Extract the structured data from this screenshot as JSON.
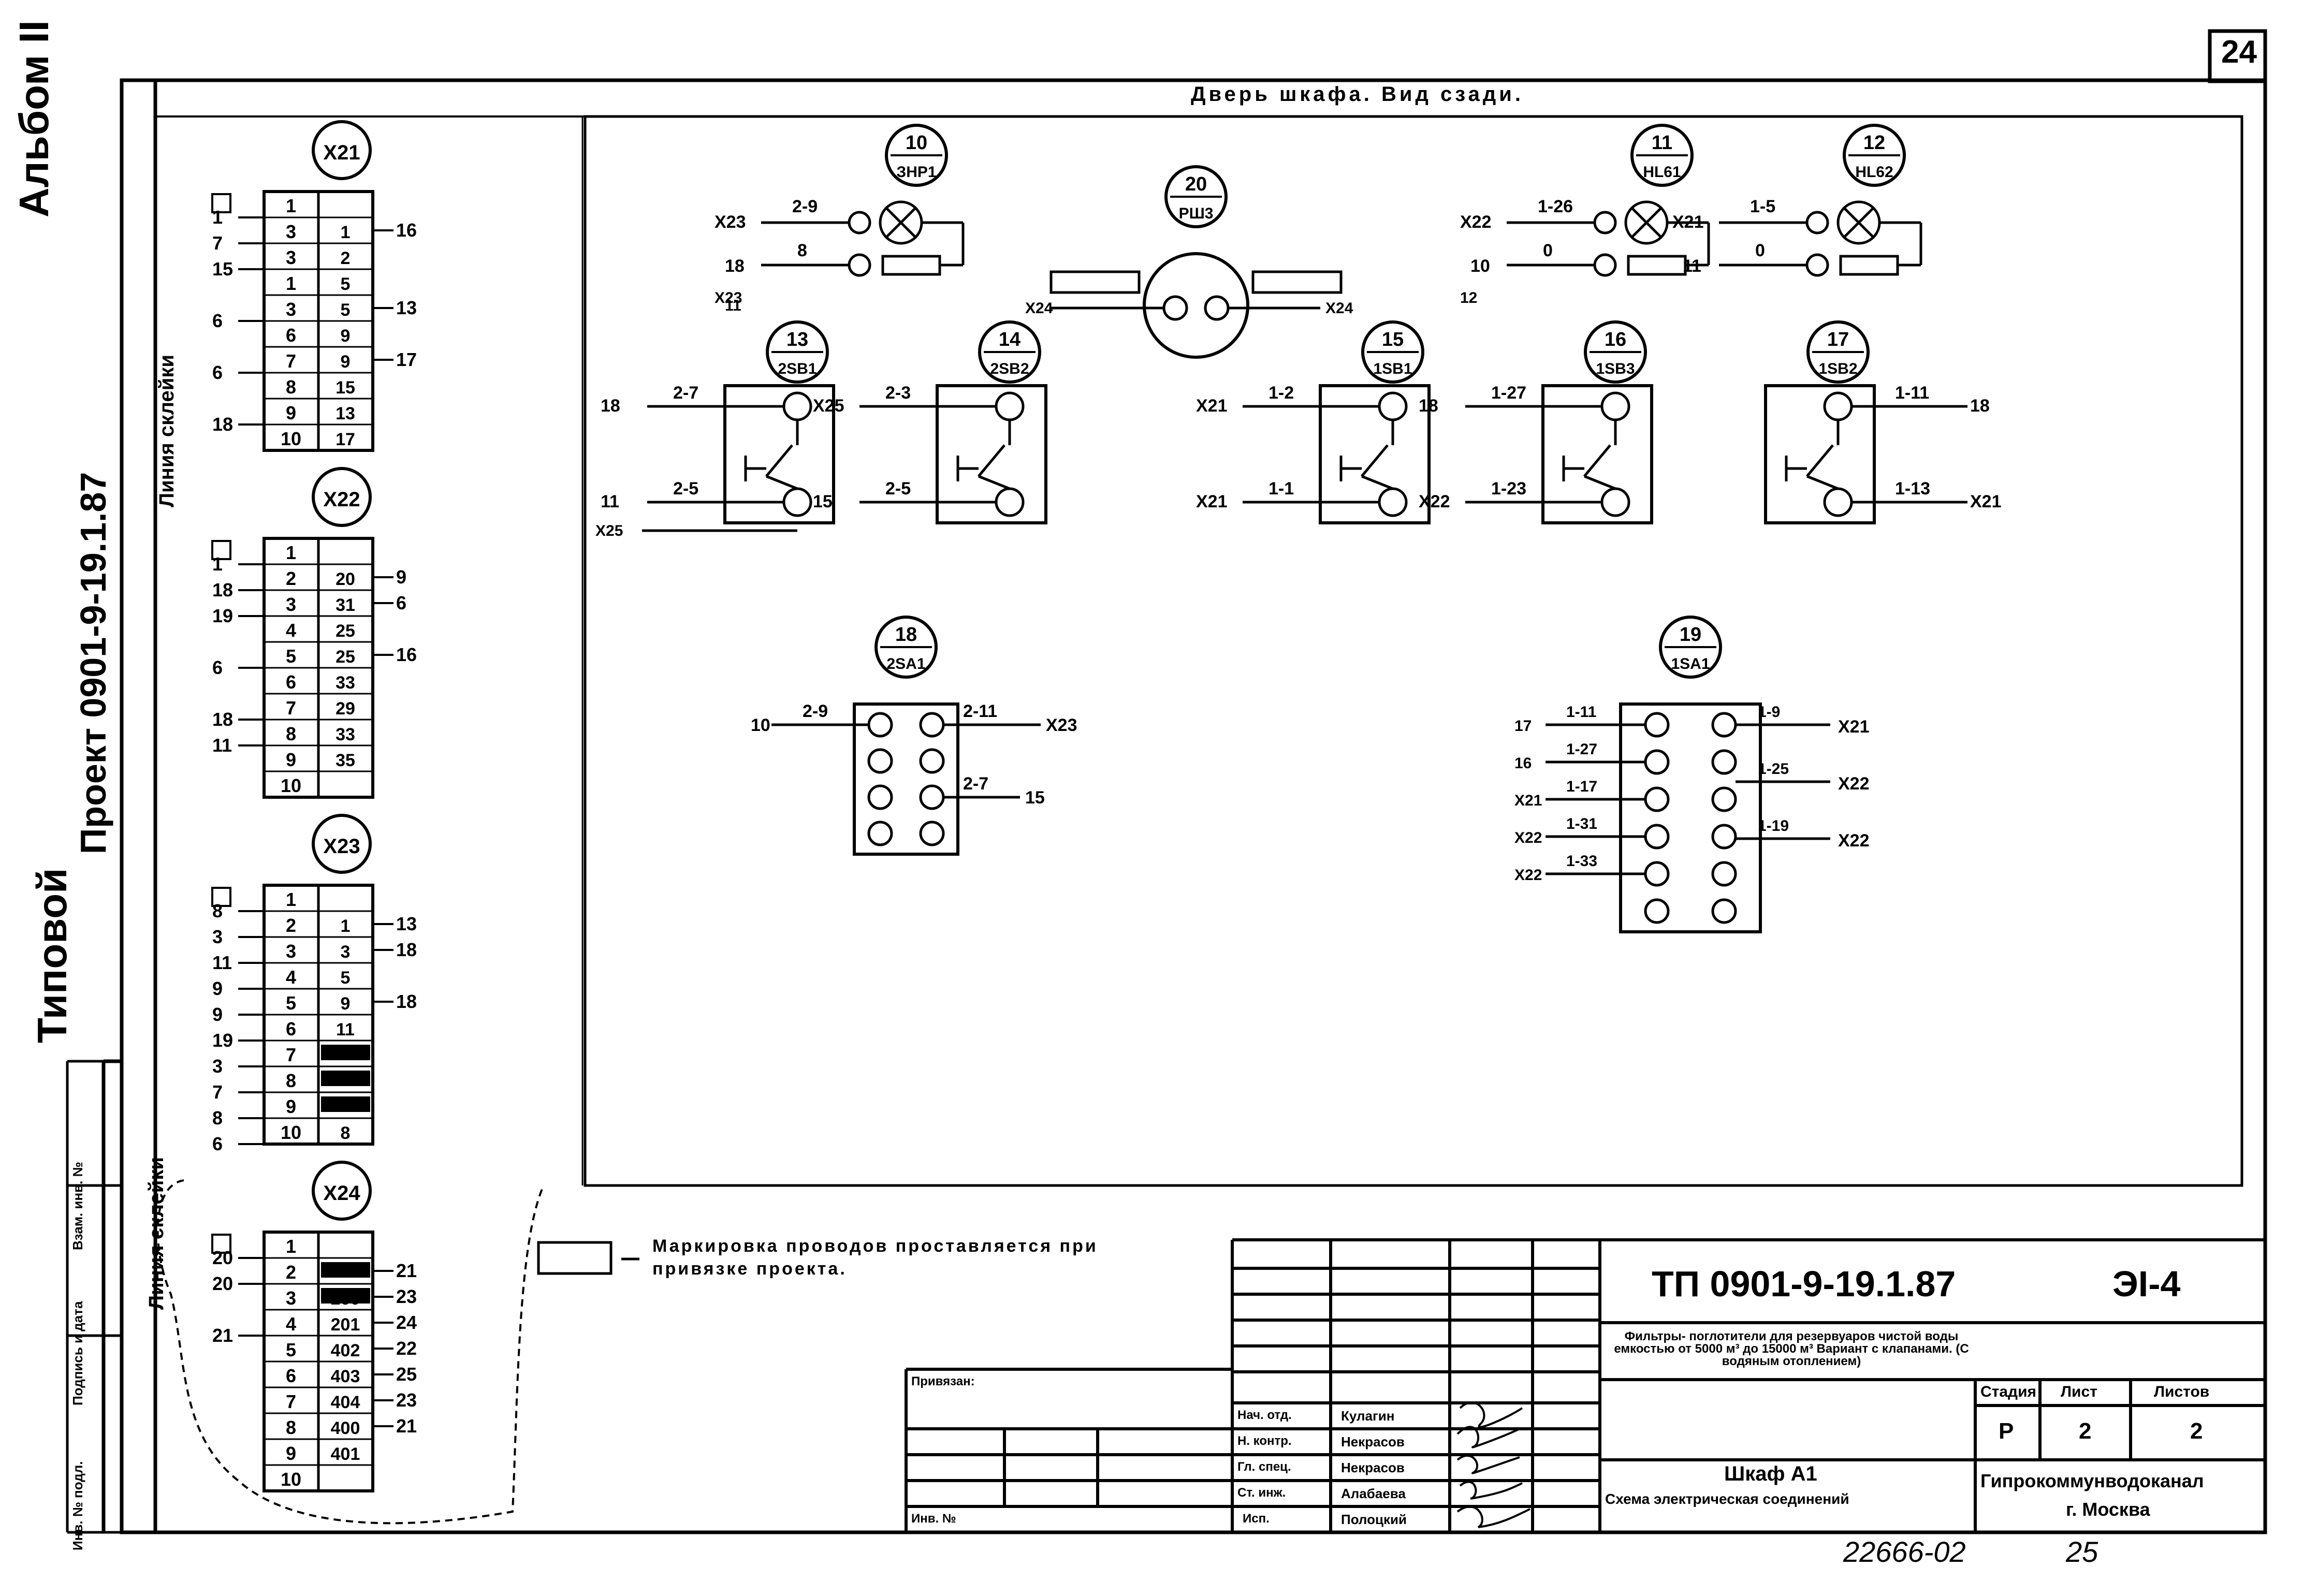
{
  "sheet_number": "24",
  "album": "Альбом II",
  "project": "Проект 0901-9-19.1.87",
  "typical": "Типовой",
  "line_vertical_1": "Линия склейки",
  "line_vertical_2": "Линия склейки",
  "header": "Дверь шкафа. Вид сзади.",
  "stamp_side": [
    "Инв. № подл.",
    "Подпись и дата",
    "Взам. инв. №"
  ],
  "terminal_blocks": [
    {
      "name": "X21",
      "left": [
        "1",
        "7",
        "15",
        "",
        "6",
        "",
        "6",
        "",
        "18"
      ],
      "col1": [
        "1",
        "3",
        "3",
        "1",
        "3",
        "6",
        "7",
        "8",
        "9",
        "10"
      ],
      "col2": [
        "",
        "1",
        "2",
        "5",
        "5",
        "9",
        "9",
        "15",
        "13",
        "17"
      ],
      "right": [
        "16",
        "",
        "",
        "13",
        "",
        "17",
        ""
      ]
    },
    {
      "name": "X22",
      "left": [
        "1",
        "18",
        "19",
        "",
        "6",
        "",
        "18",
        "11"
      ],
      "col1": [
        "1",
        "2",
        "3",
        "4",
        "5",
        "6",
        "7",
        "8",
        "9",
        "10"
      ],
      "col2": [
        "",
        "20",
        "31",
        "25",
        "25",
        "33",
        "29",
        "33",
        "35",
        ""
      ],
      "right": [
        "9",
        "6",
        "",
        "16"
      ]
    },
    {
      "name": "X23",
      "left": [
        "8",
        "3",
        "11",
        "9",
        "9",
        "19",
        "3",
        "7",
        "8",
        "6"
      ],
      "col1": [
        "1",
        "2",
        "3",
        "4",
        "5",
        "6",
        "7",
        "8",
        "9",
        "10"
      ],
      "col2": [
        "",
        "1",
        "3",
        "5",
        "9",
        "11",
        "",
        "",
        "",
        "8"
      ],
      "right": [
        "13",
        "18",
        "",
        "18"
      ]
    },
    {
      "name": "X24",
      "left": [
        "20",
        "20",
        "",
        "21"
      ],
      "col1": [
        "1",
        "2",
        "3",
        "4",
        "5",
        "6",
        "7",
        "8",
        "9",
        "10"
      ],
      "col2": [
        "",
        "",
        "200",
        "201",
        "402",
        "403",
        "404",
        "400",
        "401",
        ""
      ],
      "right": [
        "21",
        "23",
        "24",
        "22",
        "25",
        "23",
        "21"
      ]
    }
  ],
  "devices": [
    {
      "num": "10",
      "ref": "ЗНР1",
      "w1": "2-9",
      "w2": "8",
      "l1": "Х23",
      "l2": "18",
      "l3": "Х23",
      "l4": "11"
    },
    {
      "num": "20",
      "ref": "РШ3",
      "l1": "Х24",
      "l2": "Х24"
    },
    {
      "num": "11",
      "ref": "HL61",
      "w1": "1-26",
      "w2": "0",
      "l1": "Х22",
      "l2": "10",
      "l3": "12"
    },
    {
      "num": "12",
      "ref": "HL62",
      "w1": "1-5",
      "w2": "0",
      "l1": "Х21",
      "l2": "11"
    },
    {
      "num": "13",
      "ref": "2SB1",
      "w1": "2-7",
      "w2": "2-5",
      "l1": "18",
      "l2": "11",
      "l3": "Х25",
      "l4": "Х25"
    },
    {
      "num": "14",
      "ref": "2SB2",
      "w1": "2-3",
      "w2": "2-5",
      "l1": "Х25",
      "l2": "15"
    },
    {
      "num": "15",
      "ref": "1SB1",
      "w1": "1-2",
      "w2": "1-1",
      "l1": "Х21",
      "l2": "Х21"
    },
    {
      "num": "16",
      "ref": "1SB3",
      "w1": "1-27",
      "w2": "1-23",
      "l1": "18",
      "l2": "Х22"
    },
    {
      "num": "17",
      "ref": "1SB2",
      "w1": "1-11",
      "w2": "1-13",
      "r1": "18",
      "r2": "Х21"
    },
    {
      "num": "18",
      "ref": "2SA1",
      "w1": "2-9",
      "w2": "2-11",
      "w3": "2-7",
      "l1": "10",
      "r1": "Х23",
      "r2": "15"
    },
    {
      "num": "19",
      "ref": "1SA1",
      "lw": [
        "1-11",
        "1-27",
        "1-17",
        "1-31",
        "1-33"
      ],
      "ll": [
        "17",
        "16",
        "Х21",
        "Х22",
        "Х22"
      ],
      "rw": [
        "1-9",
        "1-25",
        "1-19"
      ],
      "rl": [
        "Х21",
        "Х22",
        "Х22"
      ]
    }
  ],
  "note": "Маркировка проводов проставляется при привязке проекта.",
  "title_block": {
    "code": "ТП 0901-9-19.1.87",
    "sheet_code": "ЭI-4",
    "description": "Фильтры- поглотители для резервуаров чистой воды емкостью от 5000 м³ до 15000 м³ Вариант с клапанами. (С водяным отоплением)",
    "drawing_title": "Шкаф А1",
    "drawing_subtitle": "Схема электрическая соединений",
    "stage_label": "Стадия",
    "sheet_label": "Лист",
    "sheets_label": "Листов",
    "stage": "Р",
    "sheet": "2",
    "sheets": "2",
    "org": "Гипрокоммунводоканал",
    "city": "г. Москва",
    "roles": [
      "Нач. отд.",
      "Н. контр.",
      "Гл. спец.",
      "Ст. инж.",
      "Исп."
    ],
    "names": [
      "Кулагин",
      "Некрасов",
      "Некрасов",
      "Алабаева",
      "Полоцкий"
    ],
    "linked": "Привязан:",
    "inv": "Инв. №"
  },
  "bottom_code": "22666-02",
  "bottom_page": "25"
}
